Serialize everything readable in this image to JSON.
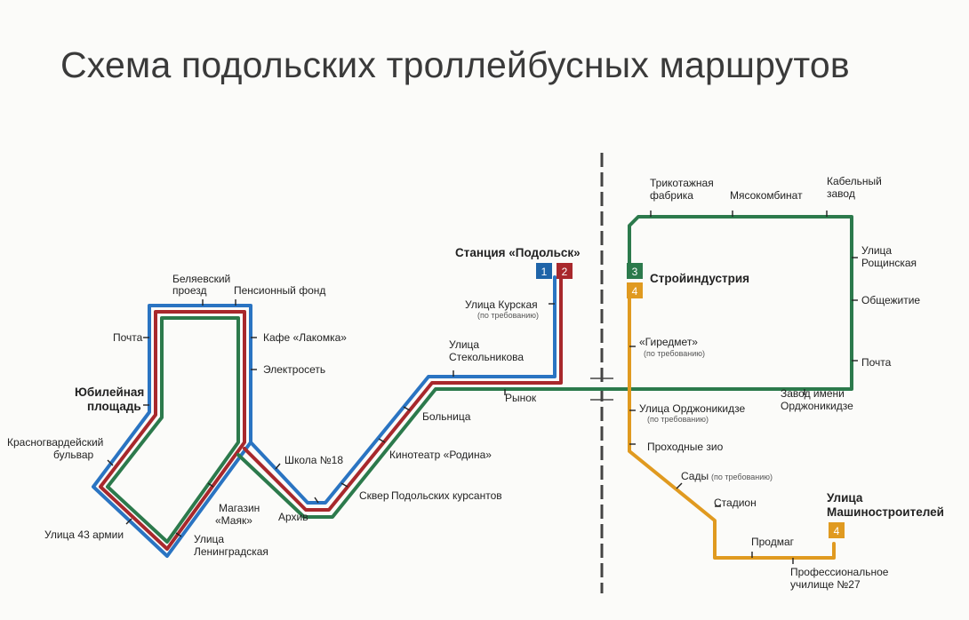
{
  "title": "Схема подольских троллейбусных маршрутов",
  "colors": {
    "route1": "#2a74c2",
    "route2": "#a8282c",
    "route3": "#2c7a4c",
    "route4": "#e09a20",
    "divider": "#444444"
  },
  "routes": [
    {
      "number": "1",
      "color": "#1f64a8"
    },
    {
      "number": "2",
      "color": "#a8282c"
    },
    {
      "number": "3",
      "color": "#2c7a4c"
    },
    {
      "number": "4",
      "color": "#e09a20"
    }
  ],
  "stops": {
    "podolsk_station": "Станция «Подольск»",
    "kurskaya": "Улица Курская",
    "kurskaya_note": "(по требованию)",
    "steklnikova_1": "Улица",
    "steklnikova_2": "Стекольникова",
    "rynok": "Рынок",
    "bolnitsa": "Больница",
    "kinoteatr": "Кинотеатр «Родина»",
    "skver_a": "Сквер",
    "skver_b": "Подольских курсантов",
    "arkhiv": "Архив",
    "shkola": "Школа №18",
    "magazin_1": "Магазин",
    "magazin_2": "«Маяк»",
    "leningradskaya_1": "Улица",
    "leningradskaya_2": "Ленинградская",
    "ul43": "Улица 43 армии",
    "krasnogv_1": "Красногвардейский",
    "krasnogv_2": "бульвар",
    "yubil_1": "Юбилейная",
    "yubil_2": "площадь",
    "pochta_left": "Почта",
    "belyaev_1": "Беляевский",
    "belyaev_2": "проезд",
    "pension": "Пенсионный фонд",
    "kafe": "Кафе «Лакомка»",
    "elektroset": "Электросеть",
    "trikot_1": "Трикотажная",
    "trikot_2": "фабрика",
    "myaso": "Мясокомбинат",
    "kabel_1": "Кабельный",
    "kabel_2": "завод",
    "roshch_1": "Улица",
    "roshch_2": "Рощинская",
    "obshch": "Общежитие",
    "pochta_right": "Почта",
    "zavod_1": "Завод имени",
    "zavod_2": "Орджоникидзе",
    "stroy": "Стройиндустрия",
    "giredmet": "«Гиредмет»",
    "giredmet_note": "(по требованию)",
    "ordzh": "Улица Орджоникидзе",
    "ordzh_note": "(по требованию)",
    "prokhod": "Проходные зио",
    "sady": "Сады",
    "sady_note": "(по требованию)",
    "stadion": "Стадион",
    "prodmag": "Продмаг",
    "prof_1": "Профессиональное",
    "prof_2": "училище №27",
    "mash_1": "Улица",
    "mash_2": "Машиностроителей"
  }
}
